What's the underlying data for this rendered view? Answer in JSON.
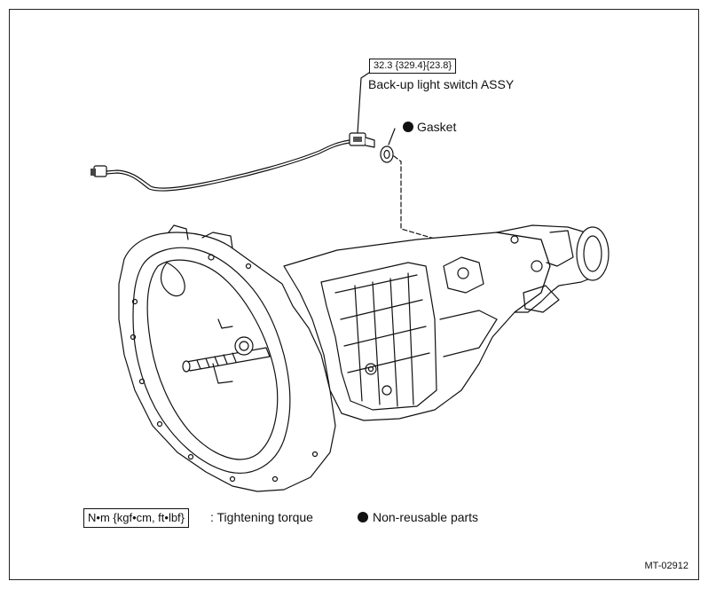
{
  "torque_spec": "32.3 {329.4}{23.8}",
  "part_name": "Back-up light switch ASSY",
  "gasket_label": "Gasket",
  "legend": {
    "torque_units": "N•m {kgf•cm, ft•lbf}",
    "torque_text": ": Tightening torque",
    "non_reusable_text": "Non-reusable parts"
  },
  "figure_code": "MT-02912"
}
